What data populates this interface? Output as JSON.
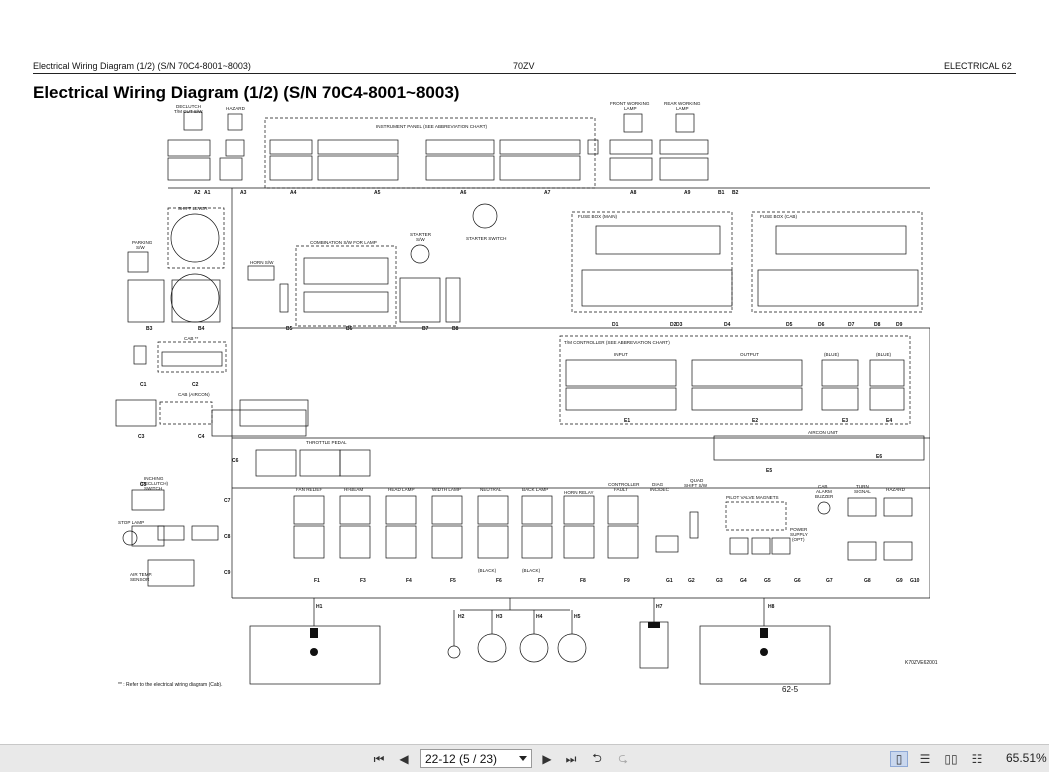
{
  "header": {
    "left": "Electrical Wiring Diagram (1/2) (S/N 70C4-8001~8003)",
    "center": "70ZV",
    "right": "ELECTRICAL  62"
  },
  "title": "Electrical Wiring Diagram (1/2) (S/N 70C4-8001~8003)",
  "labels": {
    "declutch": "DECLUTCH",
    "tm_cut_sw": "T/M CUT S/W",
    "hazard": "HAZARD",
    "instrument_panel": "INSTRUMENT PANEL (SEE ABBREVIATION CHART)",
    "front_working_lamp": "FRONT WORKING",
    "rear_working_lamp": "REAR WORKING",
    "lamp": "LAMP",
    "shift_lever": "SHIFT LEVER",
    "parking_sw": "PARKING",
    "sw": "S/W",
    "horn_sw": "HORN S/W",
    "combination_sw": "COMBINATION S/W FOR LAMP",
    "starter_sw": "STARTER",
    "starter_switch": "STARTER SWITCH",
    "fuse_box_main": "FUSE BOX (MAIN)",
    "fuse_box_cab": "FUSE BOX (CAB)",
    "cab": "CAB **",
    "cab_aircon": "CAB (AIRCON)",
    "tm_controller": "T/M CONTROLLER (SEE ABBREVIATION CHART)",
    "input": "INPUT",
    "output": "OUTPUT",
    "aircon_unit": "AIRCON UNIT",
    "throttle_pedal": "THROTTLE PEDAL",
    "inching": "INCHING",
    "declutch_paren": "(DECLUTCH)",
    "switch": "SWITCH",
    "stop_lamp": "STOP LAMP",
    "air_temp_sensor": "AIR TEMP.",
    "sensor": "SENSOR",
    "fan_relief_relay": "FAN RELIEF",
    "hi_beam_relay": "HI-BEAM",
    "head_lamp_relay": "HEAD LAMP",
    "width_lamp_relay": "WIDTH LAMP",
    "neutral_relay": "NEUTRAL",
    "back_lamp_relay": "BACK LAMP",
    "horn_relay": "HORN RELAY",
    "controller_fault_relay": "CONTROLLER",
    "fault": "FAULT",
    "relay": "RELAY",
    "diag": "DIAG",
    "inc_dec": "INC/DEC",
    "quad_shift_sw": "QUAD",
    "shift_sw": "SHIFT S/W",
    "pilot_valve_magnets": "PILOT VALVE MAGNETS",
    "power_supply": "POWER",
    "supply": "SUPPLY",
    "opt": "(OPT)",
    "cab_alarm_buzzer": "CAB",
    "alarm": "ALARM",
    "buzzer": "BUZZER",
    "turn_signal": "TURN",
    "signal": "SIGNAL",
    "hazard2": "HAZARD",
    "black": "(BLACK)",
    "blue": "(BLUE)"
  },
  "connectors": {
    "top": [
      "A1",
      "A2",
      "A3",
      "A4",
      "A5",
      "A6",
      "A7",
      "A8",
      "A9",
      "B1",
      "B2"
    ],
    "left": [
      "B3",
      "B4",
      "C1",
      "C2",
      "C3",
      "C4",
      "C5",
      "C6",
      "C7",
      "C8",
      "C9"
    ],
    "mid": [
      "B5",
      "B6",
      "B7",
      "B8"
    ],
    "fuse": [
      "D1",
      "D2",
      "D3",
      "D4",
      "D5",
      "D6",
      "D7",
      "D8",
      "D9"
    ],
    "ctrl": [
      "E1",
      "E2",
      "E3",
      "E4",
      "E5",
      "E6"
    ],
    "relays": [
      "F1",
      "F3",
      "F4",
      "F5",
      "F6",
      "F7",
      "F8",
      "F9",
      "G1",
      "G2",
      "G3",
      "G4",
      "G5",
      "G6",
      "G7",
      "G8",
      "G9",
      "G10"
    ],
    "bottom": [
      "H1",
      "H2",
      "H3",
      "H4",
      "H5",
      "H7",
      "H8"
    ]
  },
  "footnote": "** : Refer to the electrical wiring diagram (Cab).",
  "page_number": "62-5",
  "diagram_code": "K70ZVE62001",
  "toolbar": {
    "page_value": "22-12 (5 / 23)",
    "zoom": "65.51%"
  }
}
